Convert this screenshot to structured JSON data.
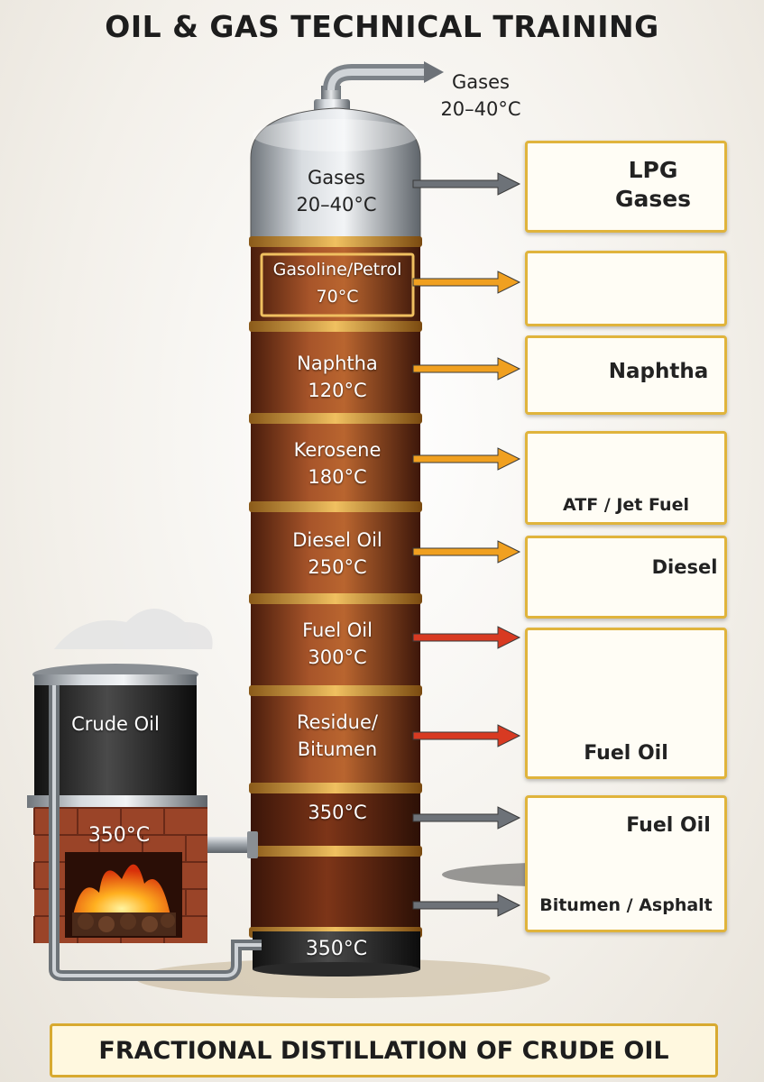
{
  "title": "OIL & GAS TECHNICAL TRAINING",
  "footer": "FRACTIONAL DISTILLATION OF CRUDE OIL",
  "top_outlet": {
    "name": "Gases",
    "temp": "20–40°C"
  },
  "tower": {
    "top": {
      "name": "Gases",
      "temp": "20–40°C"
    },
    "sections": [
      {
        "name": "Gasoline/Petrol",
        "temp": "70°C"
      },
      {
        "name": "Naphtha",
        "temp": "120°C"
      },
      {
        "name": "Kerosene",
        "temp": "180°C"
      },
      {
        "name": "Diesel Oil",
        "temp": "250°C"
      },
      {
        "name": "Fuel Oil",
        "temp": "300°C"
      },
      {
        "name": "Residue/",
        "temp": "Bitumen"
      },
      {
        "name": "350°C",
        "temp": ""
      }
    ],
    "bottom": "350°C"
  },
  "furnace": {
    "tank_label": "Crude Oil",
    "heater_temp": "350°C"
  },
  "products": [
    {
      "line1": "LPG",
      "line2": "Gases",
      "icon": "gas-cylinder-icon"
    },
    {
      "line1": "",
      "line2": "",
      "icon": "car-fuel-pump-icon"
    },
    {
      "line1": "Naphtha",
      "line2": "",
      "icon": "oil-drum-icon"
    },
    {
      "line1": "ATF / Jet Fuel",
      "line2": "",
      "icon": "airplane-icon"
    },
    {
      "line1": "Diesel",
      "line2": "",
      "icon": "truck-icon"
    },
    {
      "line1": "Fuel Oil",
      "line2": "",
      "icon": "ship-icon"
    },
    {
      "line1": "Fuel Oil",
      "line2": "",
      "icon": "road-paver-icon"
    },
    {
      "line1": "Bitumen / Asphalt",
      "line2": "",
      "icon": "asphalt-icon"
    }
  ],
  "colors": {
    "gold": "#e0b43c",
    "tower_copper": "#8a3e1e",
    "tower_steel": "#9aa0a6",
    "arrow_grey": "#6d7278",
    "arrow_orange": "#f0a020",
    "arrow_red": "#d83a22"
  }
}
